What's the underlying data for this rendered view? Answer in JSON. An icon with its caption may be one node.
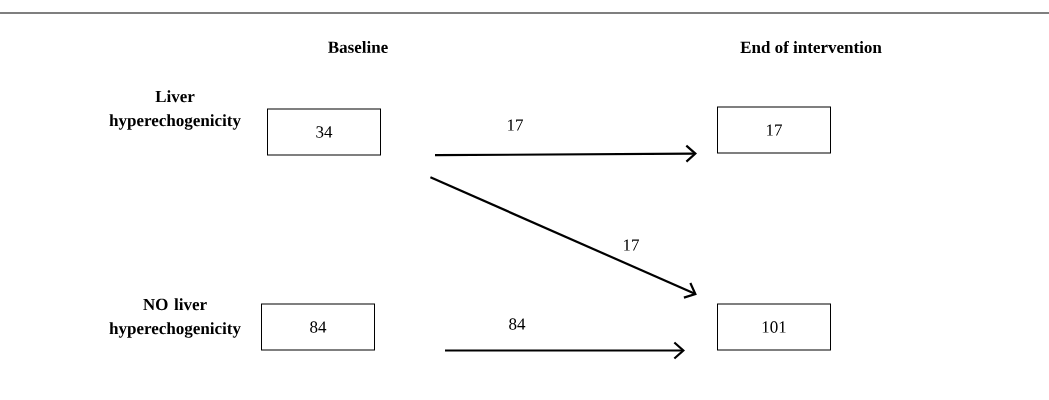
{
  "diagram": {
    "nodes": [
      {
        "text": [
          "34"
        ]
      },
      {
        "text": [
          "17"
        ]
      },
      {
        "text": [
          "84"
        ]
      },
      {
        "text": [
          "101"
        ]
      }
    ],
    "edges": [
      {
        "from": 0,
        "to": 1,
        "arrow": "to",
        "label": "17"
      },
      {
        "from": 0,
        "to": 3,
        "arrow": "to",
        "label": "17"
      },
      {
        "from": 2,
        "to": 3,
        "arrow": "to",
        "label": "84"
      }
    ],
    "labels": [
      "Baseline",
      "End of intervention",
      "Liver hyperechogenicity",
      "NO liver hyperechogenicity"
    ]
  }
}
